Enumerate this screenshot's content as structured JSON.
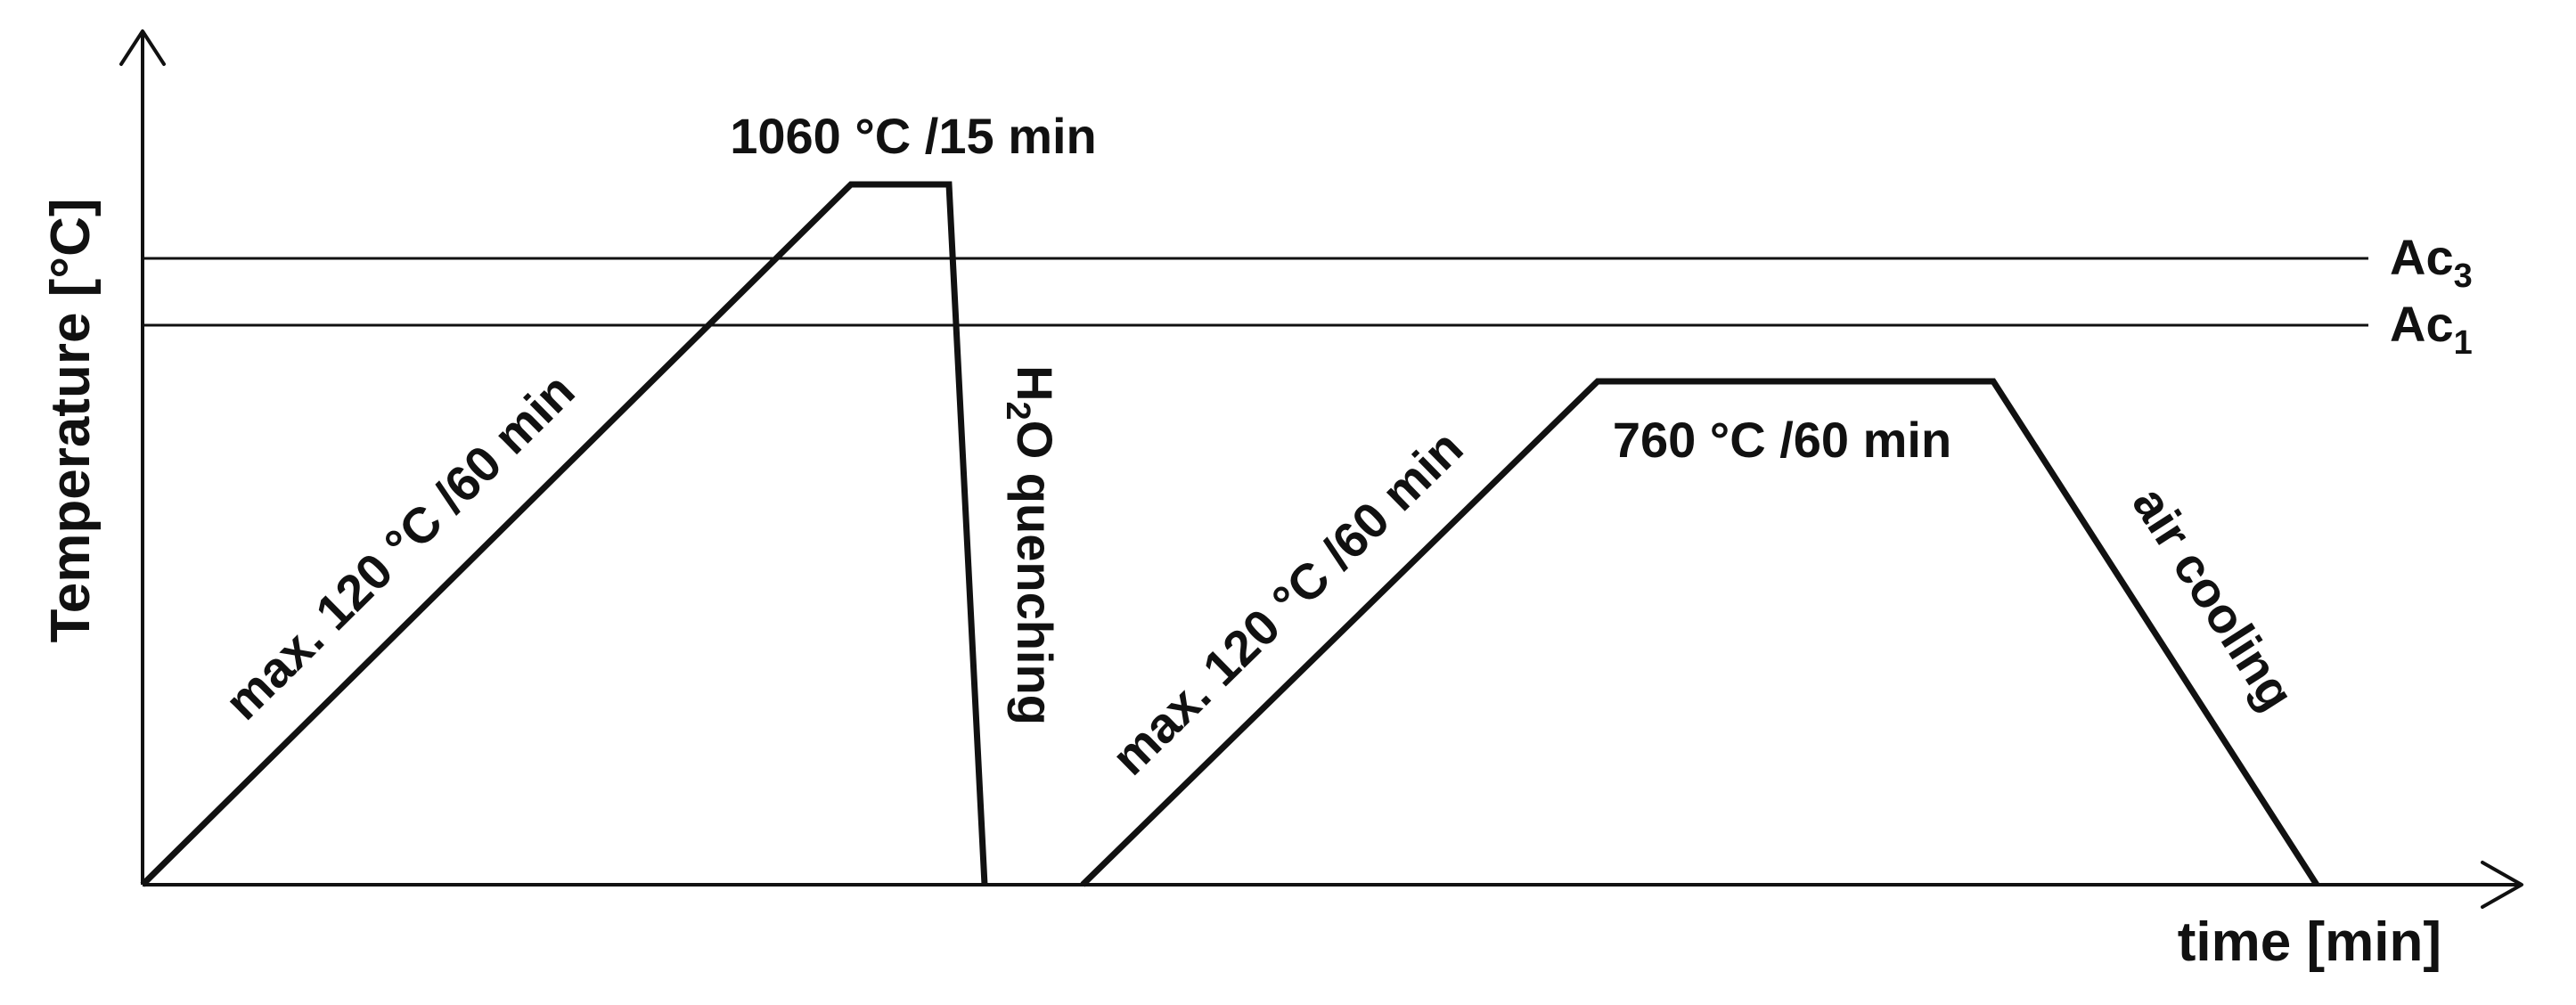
{
  "axes": {
    "y_label": "Temperature [°C]",
    "x_label": "time [min]"
  },
  "reference_lines": {
    "ac3": {
      "main": "Ac",
      "sub": "3"
    },
    "ac1": {
      "main": "Ac",
      "sub": "1"
    }
  },
  "segments": {
    "heating_1": "max. 120 °C /60 min",
    "hold_1": "1060 °C /15 min",
    "quench": {
      "pre": "H",
      "sub": "2",
      "post": "O quenching"
    },
    "heating_2": "max. 120 °C /60 min",
    "hold_2": "760 °C /60 min",
    "cooling": "air cooling"
  }
}
